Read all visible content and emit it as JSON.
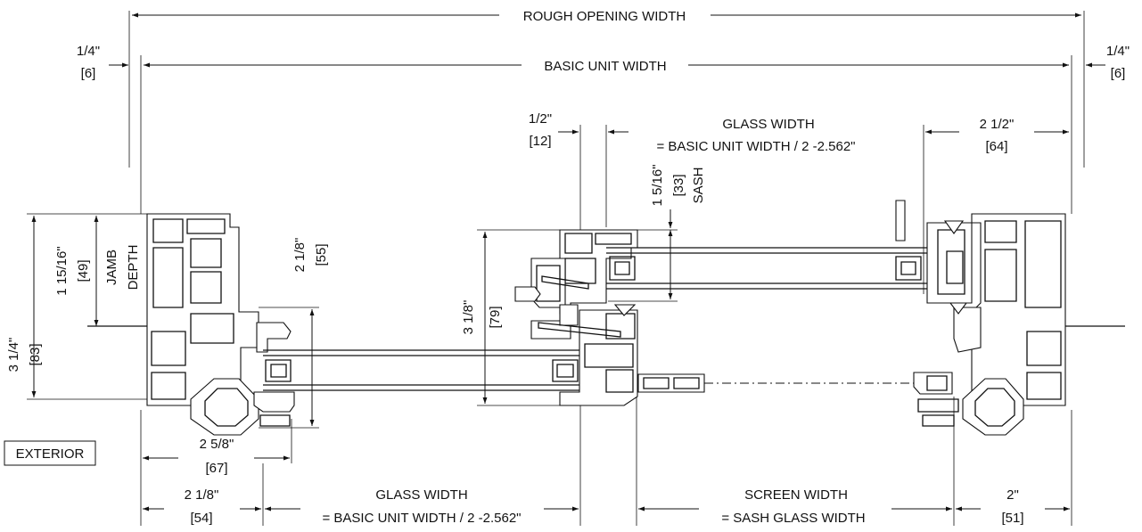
{
  "dimensions": {
    "rough_opening_width": "ROUGH OPENING WIDTH",
    "basic_unit_width": "BASIC UNIT WIDTH",
    "left_gap": {
      "inch": "1/4\"",
      "mm": "[6]"
    },
    "right_gap": {
      "inch": "1/4\"",
      "mm": "[6]"
    },
    "meeting_offset": {
      "inch": "1/2\"",
      "mm": "[12]"
    },
    "upper_glass": {
      "title": "GLASS WIDTH",
      "formula": "= BASIC UNIT WIDTH / 2  -2.562\""
    },
    "right_edge": {
      "inch": "2 1/2\"",
      "mm": "[64]"
    },
    "sash_depth": {
      "inch": "1 5/16\"",
      "mm": "[33]",
      "label": "SASH"
    },
    "jamb_depth": {
      "inch": "1 15/16\"",
      "mm": "[49]",
      "label1": "JAMB",
      "label2": "DEPTH"
    },
    "sash_height_left": {
      "inch": "2 1/8\"",
      "mm": "[55]"
    },
    "overall_depth": {
      "inch": "3 1/4\"",
      "mm": "[83]"
    },
    "meeting_height": {
      "inch": "3 1/8\"",
      "mm": "[79]"
    },
    "left_sash": {
      "inch": "2 5/8\"",
      "mm": "[67]"
    },
    "left_edge": {
      "inch": "2 1/8\"",
      "mm": "[54]"
    },
    "lower_glass": {
      "title": "GLASS WIDTH",
      "formula": "= BASIC UNIT WIDTH / 2  -2.562\""
    },
    "screen": {
      "title": "SCREEN WIDTH",
      "formula": "= SASH GLASS WIDTH"
    },
    "right_bottom": {
      "inch": "2\"",
      "mm": "[51]"
    }
  },
  "labels": {
    "exterior": "EXTERIOR"
  }
}
